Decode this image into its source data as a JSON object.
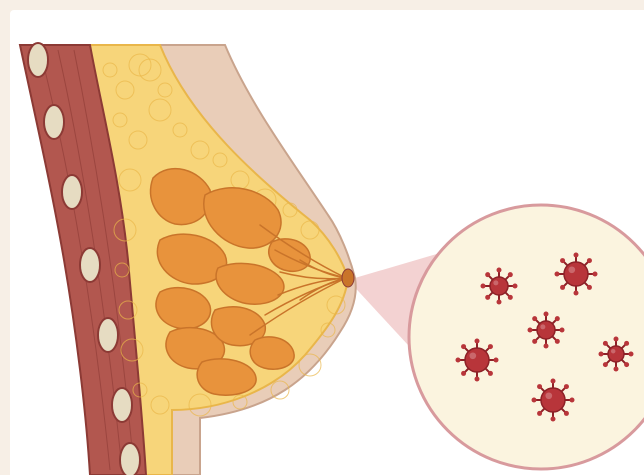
{
  "diagram": {
    "type": "anatomical-illustration",
    "subject": "breast-cross-section",
    "callout": "magnified-virus-particles",
    "virus_particle_count": 6
  },
  "colors": {
    "frame_background": "#f7efe6",
    "panel_background": "#ffffff",
    "muscle": "#b2574f",
    "muscle_dark": "#8c3a35",
    "rib": "#e6dcc2",
    "fat": "#f7d57a",
    "fat_dark": "#e9b64a",
    "gland_lobe": "#e8933c",
    "gland_lobe_dark": "#c9742a",
    "skin": "#e9cdb8",
    "skin_outline": "#c9a48d",
    "magnifier_fill": "#fbf4df",
    "magnifier_border": "#d89a9d",
    "callout_beam": "#f0c7c7",
    "virus": "#b8353a",
    "virus_dark": "#8d2127"
  }
}
